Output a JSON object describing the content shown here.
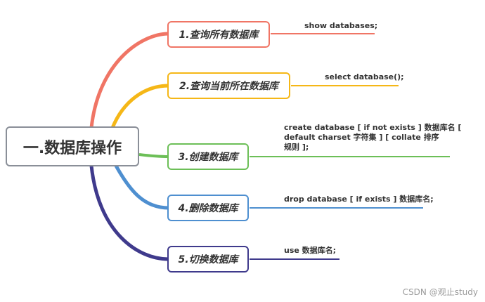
{
  "root": {
    "label": "一.数据库操作",
    "color": "#8a8f98"
  },
  "branches": [
    {
      "label": "1.查询所有数据库",
      "note": "show databases;",
      "color": "#f07565"
    },
    {
      "label": "2.查询当前所在数据库",
      "note": "select database();",
      "color": "#f5b717"
    },
    {
      "label": "3.创建数据库",
      "note_lines": [
        "create database [ if not exists ] 数据库名 [",
        "default charset 字符集 ] [ collate 排序",
        "规则 ];"
      ],
      "color": "#6cbf57"
    },
    {
      "label": "4.删除数据库",
      "note": "drop database [ if exists ] 数据库名;",
      "color": "#4e8fd0"
    },
    {
      "label": "5.切换数据库",
      "note": "use 数据库名;",
      "color": "#3f3a8c"
    }
  ],
  "watermark": "CSDN @观止study"
}
